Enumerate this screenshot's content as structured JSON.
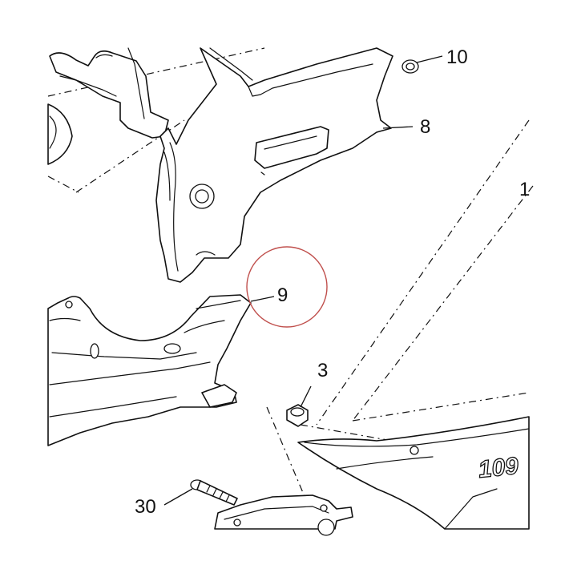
{
  "diagram": {
    "callouts": {
      "c10": "10",
      "c8": "8",
      "c1": "1",
      "c9": "9",
      "c3": "3",
      "c30": "30"
    },
    "brand_mark": "109",
    "highlight_color": "#c0504d"
  }
}
